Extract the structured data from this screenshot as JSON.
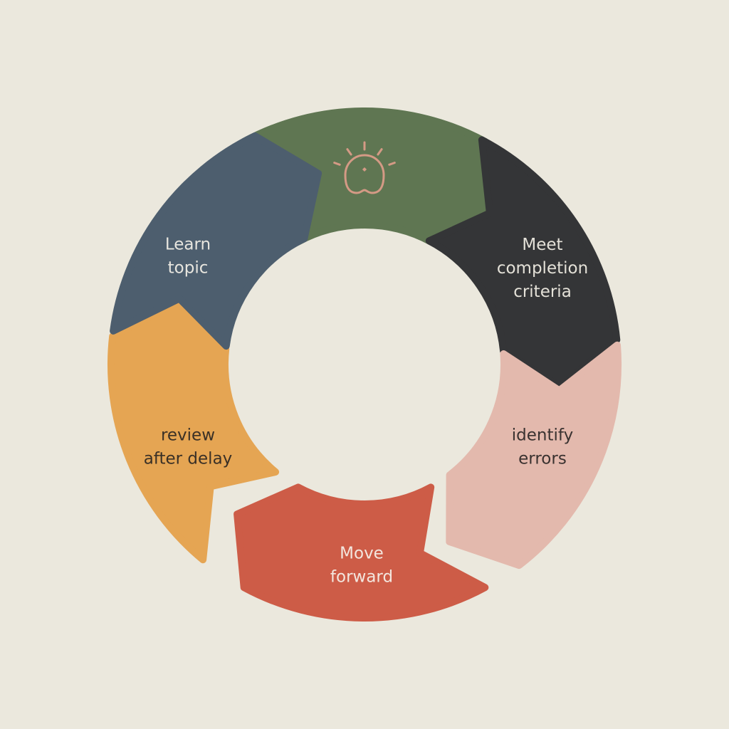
{
  "background": "#ebe8dd",
  "cycle": {
    "segments": [
      {
        "id": "top",
        "label_lines": [],
        "color": "#5f7652",
        "icon": "lightbulb-icon",
        "icon_color": "#d49a85"
      },
      {
        "id": "meet-completion-criteria",
        "label_lines": [
          "Meet",
          "completion",
          "criteria"
        ],
        "color": "#343537",
        "text_color": "#e4e1d8"
      },
      {
        "id": "identify-errors",
        "label_lines": [
          "identify",
          "errors"
        ],
        "color": "#e3b9ad",
        "text_color": "#3a3230"
      },
      {
        "id": "move-forward",
        "label_lines": [
          "Move",
          "forward"
        ],
        "color": "#cd5c47",
        "text_color": "#f3e6de"
      },
      {
        "id": "review-after-delay",
        "label_lines": [
          "review",
          "after delay"
        ],
        "color": "#e5a553",
        "text_color": "#3a3026"
      },
      {
        "id": "learn-topic",
        "label_lines": [
          "Learn",
          "topic"
        ],
        "color": "#4d5e6e",
        "text_color": "#e8e6df"
      }
    ]
  }
}
